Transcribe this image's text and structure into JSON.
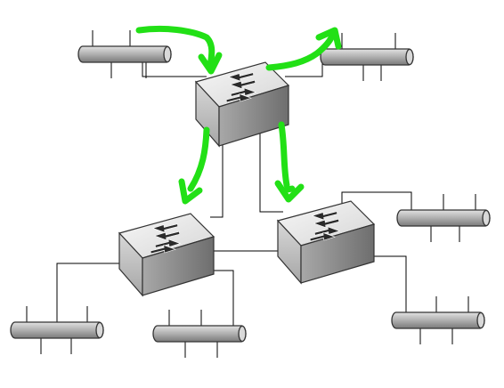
{
  "diagram": {
    "background": "#ffffff",
    "colors": {
      "flow_arrow": "#22e016",
      "link_line": "#000000",
      "segment_body": "#a8a8a8",
      "switch_top": "#ececec",
      "switch_front": "#c4c4c4",
      "switch_side": "#8e8e8e",
      "switch_glyph": "#2a2a2a"
    },
    "nodes": [
      {
        "id": "switch-top",
        "kind": "switch"
      },
      {
        "id": "switch-left",
        "kind": "switch"
      },
      {
        "id": "switch-right",
        "kind": "switch"
      },
      {
        "id": "segment-a",
        "kind": "bus-segment"
      },
      {
        "id": "segment-b",
        "kind": "bus-segment"
      },
      {
        "id": "segment-c",
        "kind": "bus-segment"
      },
      {
        "id": "segment-d",
        "kind": "bus-segment"
      },
      {
        "id": "segment-e",
        "kind": "bus-segment"
      },
      {
        "id": "segment-f",
        "kind": "bus-segment"
      }
    ],
    "links": [
      [
        "segment-a",
        "switch-top"
      ],
      [
        "segment-b",
        "switch-top"
      ],
      [
        "switch-top",
        "switch-left"
      ],
      [
        "switch-top",
        "switch-right"
      ],
      [
        "switch-left",
        "switch-right"
      ],
      [
        "switch-left",
        "segment-c"
      ],
      [
        "switch-left",
        "segment-d"
      ],
      [
        "switch-right",
        "segment-e"
      ],
      [
        "switch-right",
        "segment-f"
      ]
    ],
    "flow_arrows": [
      {
        "id": "arrow-in-from-segment-a",
        "icon": "green-arrow-icon"
      },
      {
        "id": "arrow-out-to-segment-b",
        "icon": "green-arrow-icon"
      },
      {
        "id": "arrow-down-to-switch-left",
        "icon": "green-arrow-icon"
      },
      {
        "id": "arrow-down-to-switch-right",
        "icon": "green-arrow-icon"
      }
    ]
  }
}
